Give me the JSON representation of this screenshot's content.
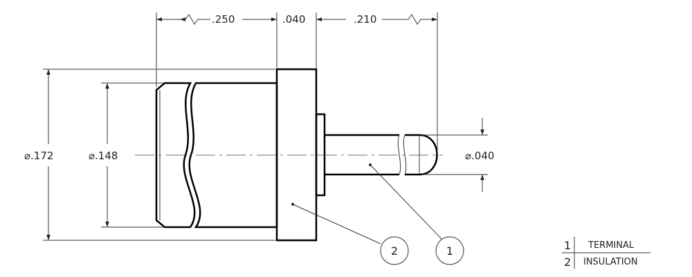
{
  "dimensions": {
    "length_body": ".250",
    "length_flange": ".040",
    "length_pin": ".210",
    "dia_flange": "⌀.172",
    "dia_body": "⌀.148",
    "dia_pin": "⌀.040"
  },
  "balloons": [
    {
      "number": "2"
    },
    {
      "number": "1"
    }
  ],
  "parts_table": [
    {
      "item": "1",
      "name": "TERMINAL"
    },
    {
      "item": "2",
      "name": "INSULATION"
    }
  ]
}
